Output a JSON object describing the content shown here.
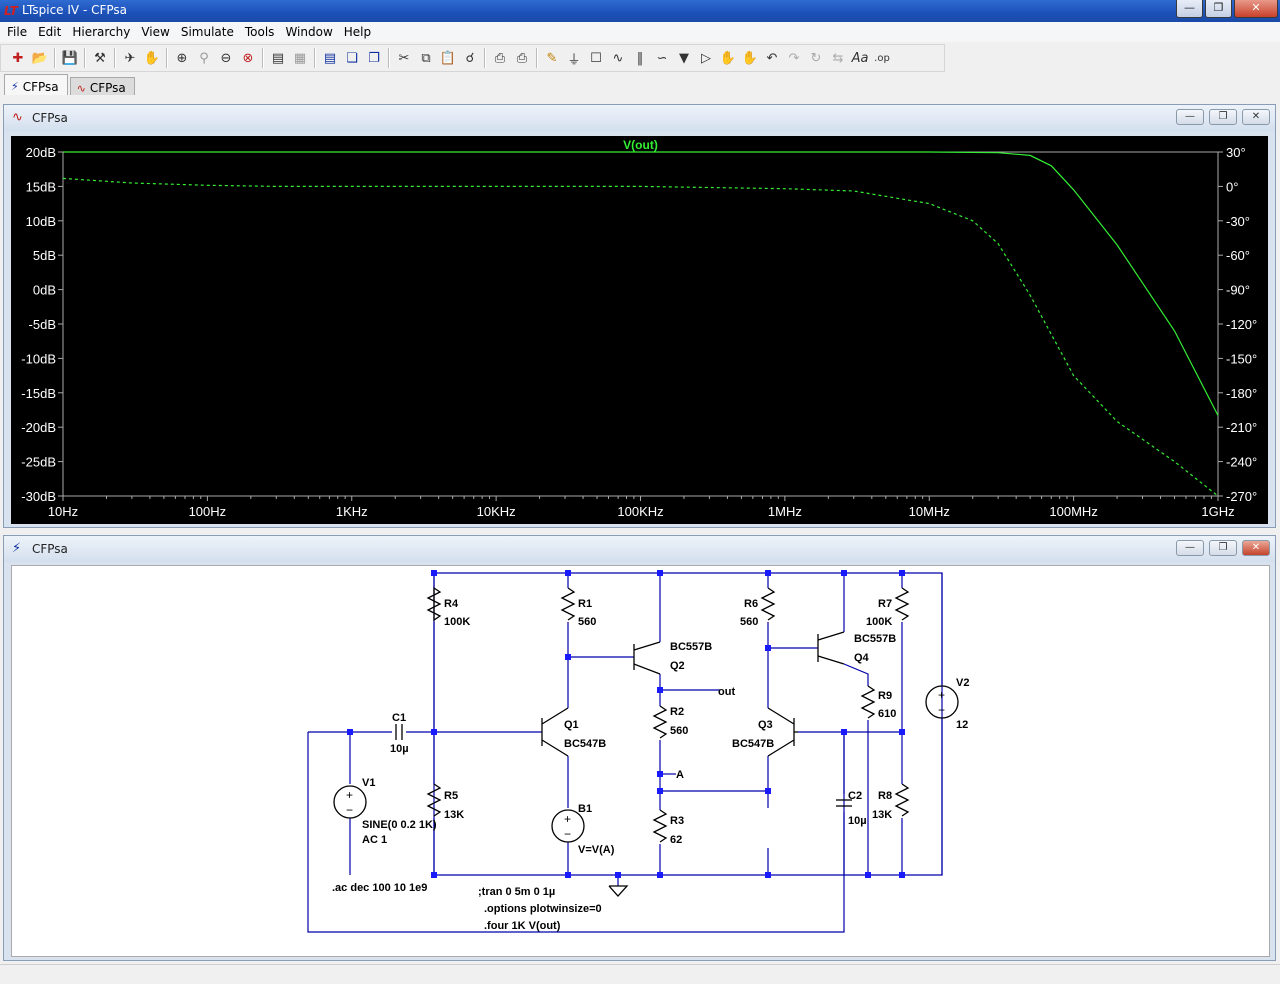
{
  "window": {
    "title": "LTspice IV - CFPsa",
    "app_icon": "ltspice-icon"
  },
  "menu": [
    "File",
    "Edit",
    "Hierarchy",
    "View",
    "Simulate",
    "Tools",
    "Window",
    "Help"
  ],
  "tabs": [
    {
      "label": "CFPsa",
      "icon": "schematic-icon",
      "active": true
    },
    {
      "label": "CFPsa",
      "icon": "waveform-icon",
      "active": false
    }
  ],
  "plot_window": {
    "title": "CFPsa",
    "trace_label": "V(out)",
    "colors": {
      "background": "#000000",
      "trace": "#33ee33",
      "axis": "#aaaaaa",
      "text": "#ffffff"
    },
    "left_ticks": [
      "20dB",
      "15dB",
      "10dB",
      "5dB",
      "0dB",
      "-5dB",
      "-10dB",
      "-15dB",
      "-20dB",
      "-25dB",
      "-30dB"
    ],
    "right_ticks": [
      "30°",
      "0°",
      "-30°",
      "-60°",
      "-90°",
      "-120°",
      "-150°",
      "-180°",
      "-210°",
      "-240°",
      "-270°"
    ],
    "x_ticks": [
      "10Hz",
      "100Hz",
      "1KHz",
      "10KHz",
      "100KHz",
      "1MHz",
      "10MHz",
      "100MHz",
      "1GHz"
    ]
  },
  "chart_data": {
    "type": "line",
    "title": "V(out)",
    "xscale": "log",
    "xlim": [
      10,
      1000000000
    ],
    "ylim_left": [
      -30,
      20
    ],
    "ylim_right": [
      -270,
      30
    ],
    "series": [
      {
        "name": "V(out)",
        "axis": "left",
        "style": "solid",
        "unit": "dB",
        "x": [
          10,
          1000,
          100000,
          10000000,
          30000000,
          50000000,
          70000000,
          100000000,
          200000000,
          500000000,
          1000000000
        ],
        "y": [
          20,
          20,
          20,
          20,
          19.9,
          19.5,
          18,
          14.5,
          6.5,
          -6,
          -18.3
        ]
      },
      {
        "name": "V(out) phase",
        "axis": "right",
        "style": "dashed",
        "unit": "deg",
        "x": [
          10,
          30,
          100,
          300,
          1000,
          10000,
          100000,
          1000000,
          3000000,
          10000000,
          20000000,
          30000000,
          50000000,
          100000000,
          200000000,
          500000000,
          1000000000
        ],
        "y": [
          7,
          3,
          1,
          0,
          0,
          0,
          0,
          -2,
          -4,
          -15,
          -30,
          -50,
          -95,
          -165,
          -205,
          -240,
          -270
        ]
      }
    ]
  },
  "schematic_window": {
    "title": "CFPsa",
    "colors": {
      "wire": "#0000aa",
      "component": "#000000",
      "junction": "#1a1aff",
      "text": "#000000"
    },
    "components": [
      {
        "name": "R4",
        "value": "100K"
      },
      {
        "name": "R1",
        "value": "560"
      },
      {
        "name": "R6",
        "value": "560"
      },
      {
        "name": "R7",
        "value": "100K"
      },
      {
        "name": "R2",
        "value": "560"
      },
      {
        "name": "R3",
        "value": "62"
      },
      {
        "name": "R5",
        "value": "13K"
      },
      {
        "name": "R8",
        "value": "13K"
      },
      {
        "name": "R9",
        "value": "610"
      },
      {
        "name": "C1",
        "value": "10µ"
      },
      {
        "name": "C2",
        "value": "10µ"
      },
      {
        "name": "Q1",
        "value": "BC547B"
      },
      {
        "name": "Q2",
        "value": "BC557B"
      },
      {
        "name": "Q3",
        "value": "BC547B"
      },
      {
        "name": "Q4",
        "value": "BC557B"
      },
      {
        "name": "V1",
        "value": "SINE(0 0.2 1K)",
        "extra": "AC 1"
      },
      {
        "name": "V2",
        "value": "12"
      },
      {
        "name": "B1",
        "value": "V=V(A)"
      }
    ],
    "net_labels": {
      "out": "out",
      "a": "A"
    },
    "directives": {
      "ac": ".ac dec 100 10 1e9",
      "tran": ";tran 0 5m 0 1µ",
      "options": ".options plotwinsize=0",
      "four": ".four 1K V(out)"
    }
  }
}
